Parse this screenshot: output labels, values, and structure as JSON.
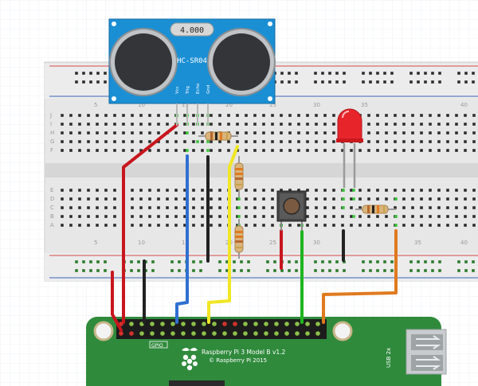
{
  "sensor": {
    "display": "4.000",
    "model": "HC-SR04",
    "pins": [
      "Vcc",
      "Trig",
      "Echo",
      "Gnd"
    ]
  },
  "breadboard": {
    "row_labels_top": [
      "J",
      "I",
      "H",
      "G",
      "F"
    ],
    "row_labels_bottom": [
      "E",
      "D",
      "C",
      "B",
      "A"
    ],
    "column_numbers": [
      "5",
      "10",
      "15",
      "20",
      "25",
      "30",
      "35",
      "40"
    ]
  },
  "board": {
    "title": "Raspberry Pi 3 Model B v1.2",
    "copyright": "© Raspberry Pi 2015",
    "gpio_label": "GPIO",
    "usb_label": "USB 2x"
  },
  "colors": {
    "wire_red": "#c8161e",
    "wire_black": "#222222",
    "wire_blue": "#2f6fd1",
    "wire_yellow": "#f1e625",
    "wire_green": "#1fb51f",
    "wire_orange": "#e07a1f",
    "pcb_green": "#2f8a3c",
    "sensor_blue": "#1b8fd4",
    "led_red": "#e8242b"
  },
  "icons": {
    "logo": "raspberry-logo-icon"
  }
}
